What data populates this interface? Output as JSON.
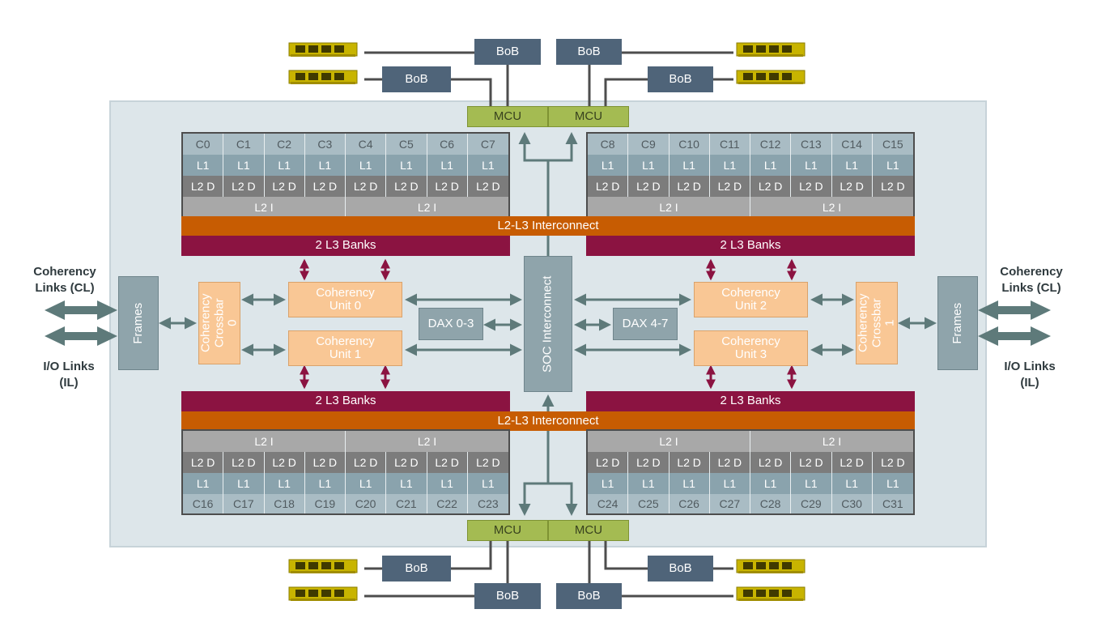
{
  "chip_top": {
    "clusters": [
      {
        "cores": [
          "C0",
          "C1",
          "C2",
          "C3",
          "C4",
          "C5",
          "C6",
          "C7"
        ],
        "l1": [
          "L1",
          "L1",
          "L1",
          "L1",
          "L1",
          "L1",
          "L1",
          "L1"
        ],
        "l2d": [
          "L2 D",
          "L2 D",
          "L2 D",
          "L2 D",
          "L2 D",
          "L2 D",
          "L2 D",
          "L2 D"
        ],
        "l2i": [
          "L2 I",
          "L2 I"
        ]
      },
      {
        "cores": [
          "C8",
          "C9",
          "C10",
          "C11",
          "C12",
          "C13",
          "C14",
          "C15"
        ],
        "l1": [
          "L1",
          "L1",
          "L1",
          "L1",
          "L1",
          "L1",
          "L1",
          "L1"
        ],
        "l2d": [
          "L2 D",
          "L2 D",
          "L2 D",
          "L2 D",
          "L2 D",
          "L2 D",
          "L2 D",
          "L2 D"
        ],
        "l2i": [
          "L2 I",
          "L2 I"
        ]
      }
    ],
    "interconnect": "L2-L3  Interconnect",
    "l3_left": "2 L3 Banks",
    "l3_right": "2 L3 Banks"
  },
  "chip_bottom": {
    "clusters": [
      {
        "cores": [
          "C16",
          "C17",
          "C18",
          "C19",
          "C20",
          "C21",
          "C22",
          "C23"
        ],
        "l1": [
          "L1",
          "L1",
          "L1",
          "L1",
          "L1",
          "L1",
          "L1",
          "L1"
        ],
        "l2d": [
          "L2 D",
          "L2 D",
          "L2 D",
          "L2 D",
          "L2 D",
          "L2 D",
          "L2 D",
          "L2 D"
        ],
        "l2i": [
          "L2 I",
          "L2 I"
        ]
      },
      {
        "cores": [
          "C24",
          "C25",
          "C26",
          "C27",
          "C28",
          "C29",
          "C30",
          "C31"
        ],
        "l1": [
          "L1",
          "L1",
          "L1",
          "L1",
          "L1",
          "L1",
          "L1",
          "L1"
        ],
        "l2d": [
          "L2 D",
          "L2 D",
          "L2 D",
          "L2 D",
          "L2 D",
          "L2 D",
          "L2 D",
          "L2 D"
        ],
        "l2i": [
          "L2 I",
          "L2 I"
        ]
      }
    ],
    "interconnect": "L2-L3  Interconnect",
    "l3_left": "2 L3 Banks",
    "l3_right": "2 L3 Banks"
  },
  "mcu": {
    "top_left": "MCU",
    "top_right": "MCU",
    "bottom_left": "MCU",
    "bottom_right": "MCU"
  },
  "bob": {
    "top": [
      "BoB",
      "BoB",
      "BoB",
      "BoB"
    ],
    "bottom": [
      "BoB",
      "BoB",
      "BoB",
      "BoB"
    ]
  },
  "coherency_units": [
    "Coherency\nUnit 0",
    "Coherency\nUnit 1",
    "Coherency\nUnit 2",
    "Coherency\nUnit 3"
  ],
  "crossbars": {
    "left": "Coherency\nCrossbar 0",
    "right": "Coherency\nCrossbar 1"
  },
  "dax": {
    "left": "DAX 0-3",
    "right": "DAX 4-7"
  },
  "soc": "SOC Interconnect",
  "frames": {
    "left": "Frames",
    "right": "Frames"
  },
  "side_labels": {
    "left_top": "Coherency\nLinks (CL)",
    "left_bottom": "I/O Links\n(IL)",
    "right_top": "Coherency\nLinks (CL)",
    "right_bottom": "I/O Links\n(IL)"
  },
  "colors": {
    "chip_bg": "#dde6ea",
    "l3": "#8b1341",
    "interconnect": "#c75c02",
    "mcu": "#a4bb52",
    "bob": "#4f6479",
    "coherency": "#f9c795",
    "arrow": "#5e7a7a",
    "dimm": "#c8b400"
  }
}
